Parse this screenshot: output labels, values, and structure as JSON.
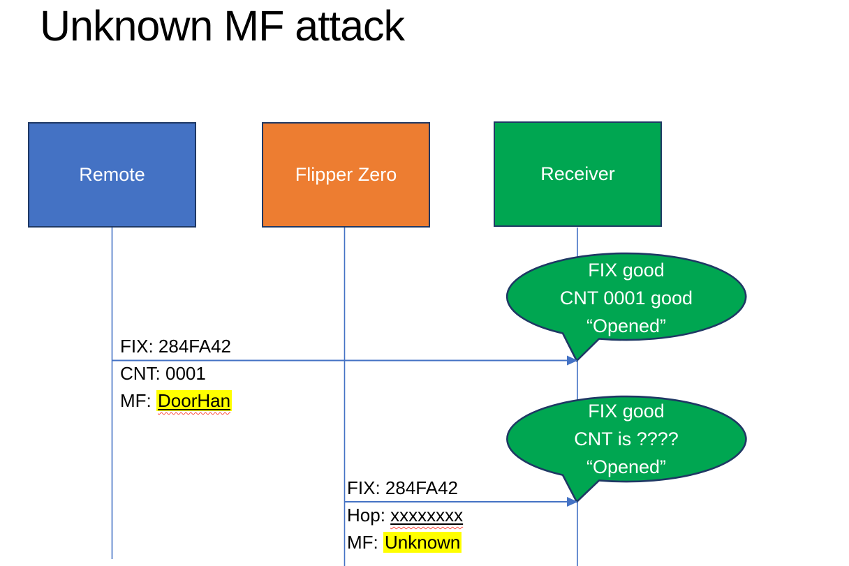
{
  "title": "Unknown MF attack",
  "colors": {
    "actor_remote_fill": "#4472C4",
    "actor_flipper_fill": "#ED7D31",
    "actor_receiver_fill": "#00A651",
    "shape_border": "#1F3864",
    "arrow_blue": "#4472C4",
    "highlight_yellow": "#FFFF00",
    "spellcheck_red": "#FF4A3C",
    "callout_fill": "#00A651"
  },
  "actors": [
    {
      "id": "remote",
      "label": "Remote"
    },
    {
      "id": "flipper-zero",
      "label": "Flipper Zero"
    },
    {
      "id": "receiver",
      "label": "Receiver"
    }
  ],
  "messages": [
    {
      "from": "Remote",
      "to": "Receiver",
      "line1": "FIX: 284FA42",
      "line2": "CNT: 0001",
      "line3_prefix": "MF: ",
      "line3_value": "DoorHan"
    },
    {
      "from": "Flipper Zero",
      "to": "Receiver",
      "line1": "FIX: 284FA42",
      "line2_prefix": "Hop: ",
      "line2_value": "xxxxxxxx",
      "line3_prefix": "MF: ",
      "line3_value": "Unknown"
    }
  ],
  "callouts": [
    {
      "lines": [
        "FIX good",
        "CNT 0001 good",
        "“Opened”"
      ]
    },
    {
      "lines": [
        "FIX good",
        "CNT is ????",
        "“Opened”"
      ]
    }
  ]
}
